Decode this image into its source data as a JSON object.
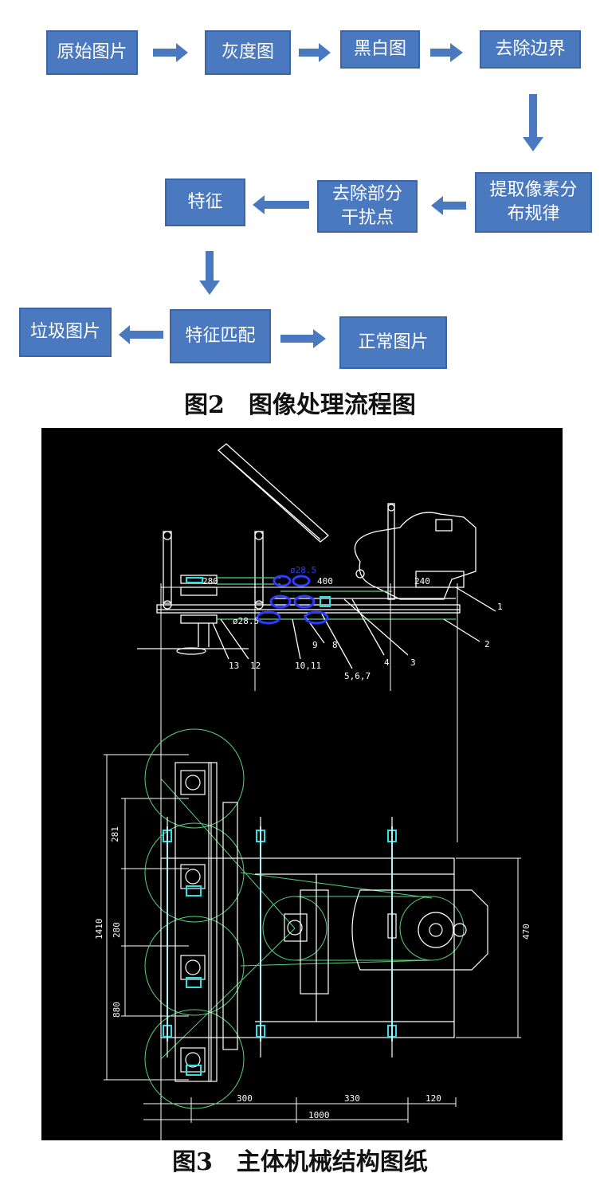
{
  "figure2": {
    "boxes": {
      "original": "原始图片",
      "gray": "灰度图",
      "bw": "黑白图",
      "border": "去除边界",
      "pixel_line1": "提取像素分",
      "pixel_line2": "布规律",
      "noise_line1": "去除部分",
      "noise_line2": "干扰点",
      "feature": "特征",
      "match": "特征匹配",
      "garbage": "垃圾图片",
      "normal": "正常图片"
    },
    "caption": "图2　图像处理流程图"
  },
  "figure3": {
    "labels": {
      "dim_top_1": "280",
      "dim_top_2": "400",
      "dim_top_3": "240",
      "dim_left_1": "281",
      "dim_left_2": "280",
      "dim_left_3": "880",
      "dim_left_total": "1410",
      "dim_right": "470",
      "dim_bottom_1": "300",
      "dim_bottom_2": "330",
      "dim_bottom_3": "120",
      "dim_bottom_total": "1000",
      "part_1": "1",
      "part_2": "2",
      "part_3": "3",
      "part_4": "4",
      "part_567": "5,6,7",
      "part_8": "8",
      "part_9": "9",
      "part_1011": "10,11",
      "part_12": "12",
      "part_13": "13",
      "note_top": "ø28.5",
      "note_left": "ø28.5"
    },
    "caption": "图3　主体机械结构图纸"
  },
  "colors": {
    "box_fill": "#4a79c0",
    "arrow_fill": "#4a79c0",
    "cad_bg": "#000000",
    "cad_white": "#ffffff",
    "cad_green": "#58d37a",
    "cad_cyan": "#2fe0e8",
    "cad_blue": "#2d3cff"
  }
}
